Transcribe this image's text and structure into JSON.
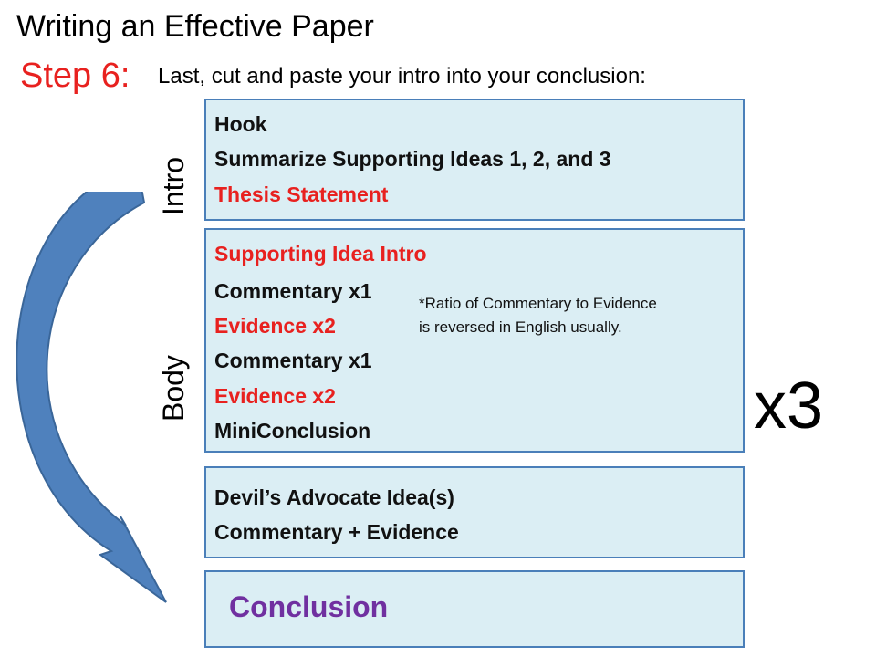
{
  "header": {
    "title": "Writing an Effective Paper",
    "step": "Step 6:",
    "instruction": "Last, cut and paste your intro into your conclusion:"
  },
  "side_labels": {
    "intro": "Intro",
    "body": "Body"
  },
  "multiplier": "x3",
  "intro_box": {
    "lines": [
      "Hook",
      "Summarize Supporting Ideas 1, 2, and 3",
      "Thesis Statement"
    ]
  },
  "body_box": {
    "lines": [
      "Supporting Idea Intro",
      "Commentary x1",
      "Evidence x2",
      "Commentary x1",
      "Evidence x2",
      "MiniConclusion"
    ],
    "note_line1": "*Ratio of Commentary to Evidence",
    "note_line2": "is reversed in English usually."
  },
  "devil_box": {
    "lines": [
      "Devil’s Advocate Idea(s)",
      "Commentary + Evidence"
    ]
  },
  "conclusion_box": {
    "label": "Conclusion"
  },
  "colors": {
    "box_fill": "#dbeef4",
    "box_border": "#4a7fb9",
    "red_text": "#e8211f",
    "purple_text": "#7030a0",
    "arrow_fill": "#4f81bd"
  }
}
